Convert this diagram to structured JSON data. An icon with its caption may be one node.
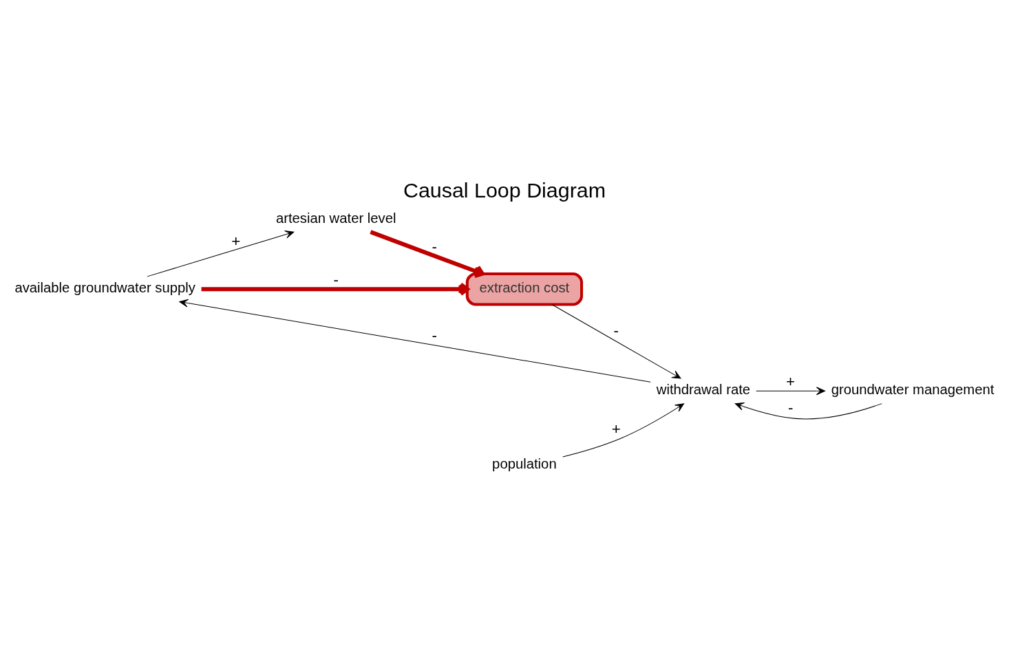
{
  "diagram": {
    "title": "Causal Loop Diagram",
    "nodes": [
      {
        "text": [
          "available groundwater supply"
        ]
      },
      {
        "text": [
          "groundwater management"
        ]
      },
      {
        "text": [
          "withdrawal rate"
        ]
      },
      {
        "text": [
          "artesian water level"
        ]
      },
      {
        "text": [
          "extraction cost"
        ]
      },
      {
        "text": [
          "population"
        ]
      }
    ],
    "edges": [
      {
        "from": 2,
        "to": 0,
        "arrow": "to",
        "label": "-"
      },
      {
        "from": 2,
        "to": 1,
        "arrow": "to",
        "label": "+"
      },
      {
        "from": 1,
        "to": 2,
        "arrow": "to",
        "label": "-"
      },
      {
        "from": 5,
        "to": 2,
        "arrow": "to",
        "label": "+"
      },
      {
        "from": 4,
        "to": 2,
        "arrow": "to",
        "label": "-"
      },
      {
        "from": 0,
        "to": 3,
        "arrow": "to",
        "label": "+"
      },
      {
        "from": 0,
        "to": 4,
        "arrow": "to",
        "label": "-",
        "color": "#c00000",
        "style": "thick"
      },
      {
        "from": 3,
        "to": 4,
        "arrow": "to",
        "label": "-",
        "color": "#c00000",
        "style": "thick"
      }
    ]
  }
}
